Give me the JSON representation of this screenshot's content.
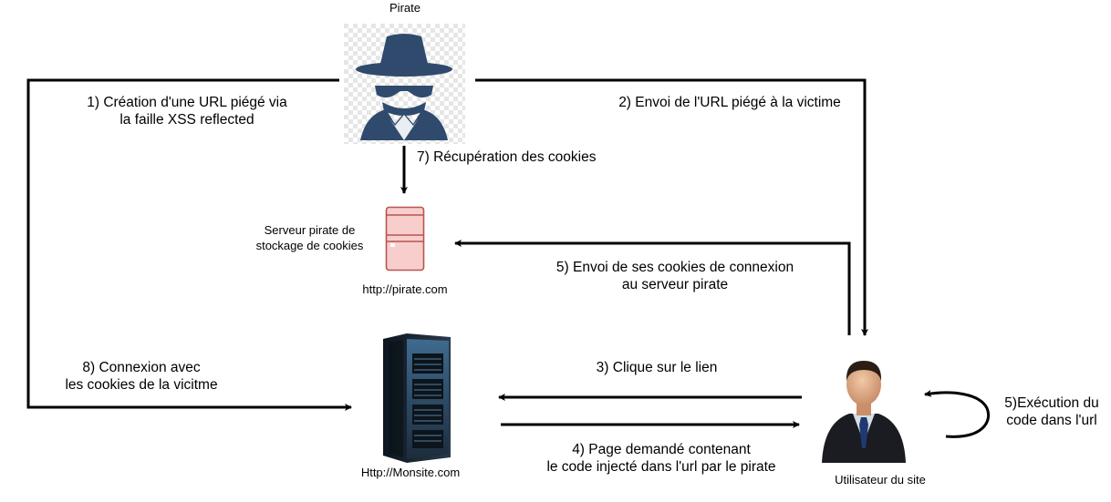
{
  "nodes": {
    "pirate": {
      "label": "Pirate",
      "icon": "spy-icon"
    },
    "pirate_server": {
      "label_line1": "Serveur pirate de",
      "label_line2": "stockage de cookies",
      "url": "http://pirate.com",
      "icon": "server-icon",
      "color": "#f8cecc",
      "stroke": "#b85450"
    },
    "site_server": {
      "url": "Http://Monsite.com",
      "icon": "server-rack-icon"
    },
    "user": {
      "label": "Utilisateur du site",
      "icon": "businessman-icon"
    }
  },
  "steps": {
    "s1": {
      "line1": "1) Création d'une URL piégé via",
      "line2": "la faille XSS reflected"
    },
    "s2": {
      "line1": "2) Envoi de l'URL piégé à la victime"
    },
    "s3": {
      "line1": "3) Clique sur le lien"
    },
    "s4": {
      "line1": "4) Page demandé contenant",
      "line2": "le code injecté dans l'url par le pirate"
    },
    "s5": {
      "line1": "5) Envoi de ses cookies de connexion",
      "line2": "au serveur pirate"
    },
    "s5b": {
      "line1": "5)Exécution du",
      "line2": "code dans l'url"
    },
    "s7": {
      "line1": "7) Récupération des cookies"
    },
    "s8": {
      "line1": "8) Connexion avec",
      "line2": "les cookies de la vicitme"
    }
  },
  "colors": {
    "arrow": "#000000",
    "spy": "#2f4a6d"
  }
}
